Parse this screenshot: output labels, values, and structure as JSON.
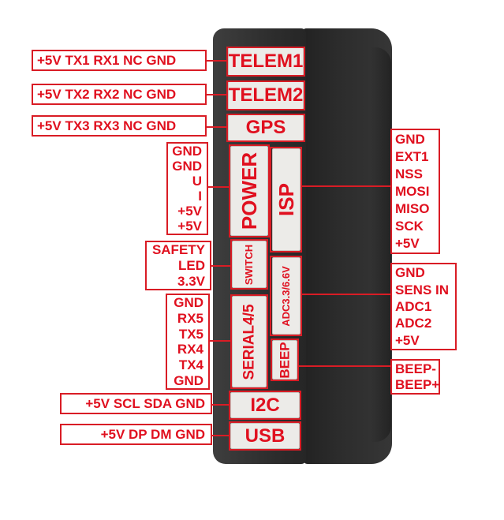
{
  "ports": {
    "telem1": "TELEM1",
    "telem2": "TELEM2",
    "gps": "GPS",
    "power": "POWER",
    "isp": "ISP",
    "switch": "SWITCH",
    "adc": "ADC3.3/6.6V",
    "serial": "SERIAL4/5",
    "beep": "BEEP",
    "i2c": "I2C",
    "usb": "USB"
  },
  "pinouts": {
    "telem1": "+5V TX1 RX1 NC GND",
    "telem2": "+5V TX2 RX2 NC GND",
    "gps": "+5V TX3 RX3 NC GND",
    "power": [
      "GND",
      "GND",
      "U",
      "I",
      "+5V",
      "+5V"
    ],
    "isp": [
      "GND",
      "EXT1",
      "NSS",
      "MOSI",
      "MISO",
      "SCK",
      "+5V"
    ],
    "switch": [
      "SAFETY",
      "LED",
      "3.3V"
    ],
    "adc": [
      "GND",
      "SENS IN",
      "ADC1",
      "ADC2",
      "+5V"
    ],
    "serial": [
      "GND",
      "RX5",
      "TX5",
      "RX4",
      "TX4",
      "GND"
    ],
    "beep": [
      "BEEP-",
      "BEEP+"
    ],
    "i2c": "+5V SCL SDA GND",
    "usb": "+5V DP DM GND"
  },
  "colors": {
    "accent": "#d91c25",
    "device": "#2e2e2e",
    "connector": "#ecebe8"
  }
}
